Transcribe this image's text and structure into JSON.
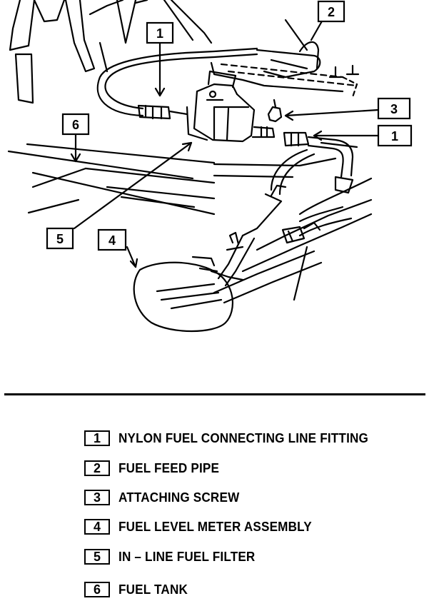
{
  "callouts": [
    {
      "num": "1"
    },
    {
      "num": "2"
    },
    {
      "num": "3"
    },
    {
      "num": "1"
    },
    {
      "num": "6"
    },
    {
      "num": "5"
    },
    {
      "num": "4"
    }
  ],
  "legend": [
    {
      "num": "1",
      "label": "NYLON FUEL CONNECTING LINE FITTING"
    },
    {
      "num": "2",
      "label": "FUEL FEED PIPE"
    },
    {
      "num": "3",
      "label": "ATTACHING SCREW"
    },
    {
      "num": "4",
      "label": "FUEL LEVEL METER ASSEMBLY"
    },
    {
      "num": "5",
      "label": "IN – LINE FUEL FILTER"
    },
    {
      "num": "6",
      "label": "FUEL TANK"
    }
  ]
}
